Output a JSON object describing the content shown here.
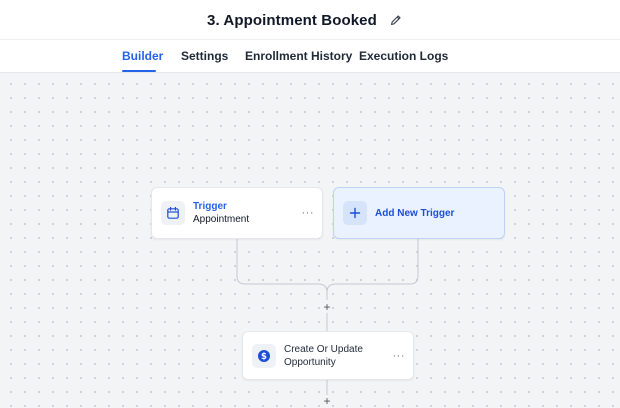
{
  "header": {
    "title": "3. Appointment Booked",
    "edit_icon": "pencil-icon"
  },
  "tabs": [
    {
      "label": "Builder",
      "active": true
    },
    {
      "label": "Settings",
      "active": false
    },
    {
      "label": "Enrollment History",
      "active": false
    },
    {
      "label": "Execution Logs",
      "active": false
    }
  ],
  "triggers": [
    {
      "title": "Trigger",
      "subtitle": "Appointment",
      "icon": "calendar-icon",
      "menu": "···"
    }
  ],
  "add_trigger": {
    "label": "Add New Trigger",
    "icon": "plus-icon"
  },
  "actions": [
    {
      "line1": "Create Or Update",
      "line2": "Opportunity",
      "icon": "dollar-icon",
      "menu": "···"
    }
  ],
  "add_step_symbol": "+",
  "colors": {
    "accent": "#2563eb",
    "canvas": "#f3f4f6",
    "add_trigger_bg": "#eaf2ff",
    "dollar_badge": "#1d4ed8"
  }
}
